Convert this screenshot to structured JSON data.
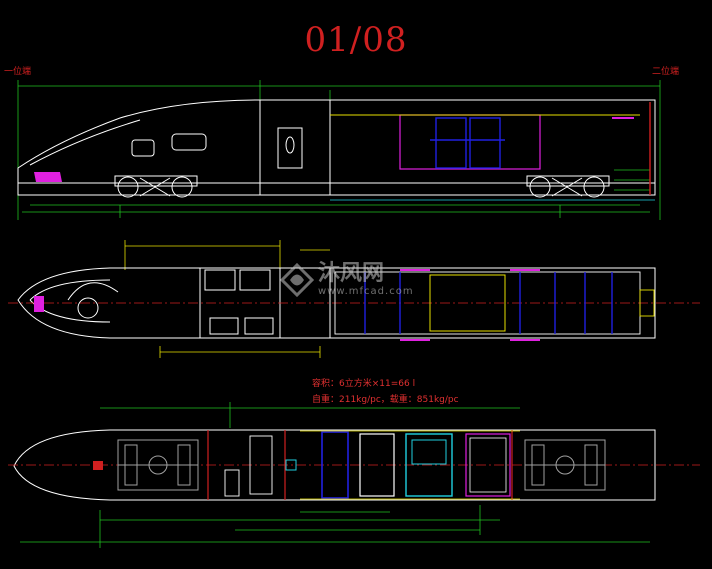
{
  "drawing": {
    "sheet_title": "01/08",
    "end_labels": {
      "left": "一位端",
      "right": "二位端"
    },
    "notes": [
      "容积：6立方米×11=66 l",
      "自重：211kg/pc，载重：851kg/pc"
    ],
    "watermark": {
      "text_cn": "沐风网",
      "url": "www.mfcad.com"
    }
  },
  "colors": {
    "background": "#000000",
    "outline": "#ffffff",
    "title_red": "#d02020",
    "dimension_green": "#20c020",
    "yellow": "#e8e000",
    "blue": "#2020e0",
    "magenta": "#e020e0",
    "cyan": "#20d0e0",
    "centerline_red": "#d02020"
  },
  "views": [
    {
      "name": "side-elevation"
    },
    {
      "name": "top-plan"
    },
    {
      "name": "underframe-plan"
    }
  ]
}
